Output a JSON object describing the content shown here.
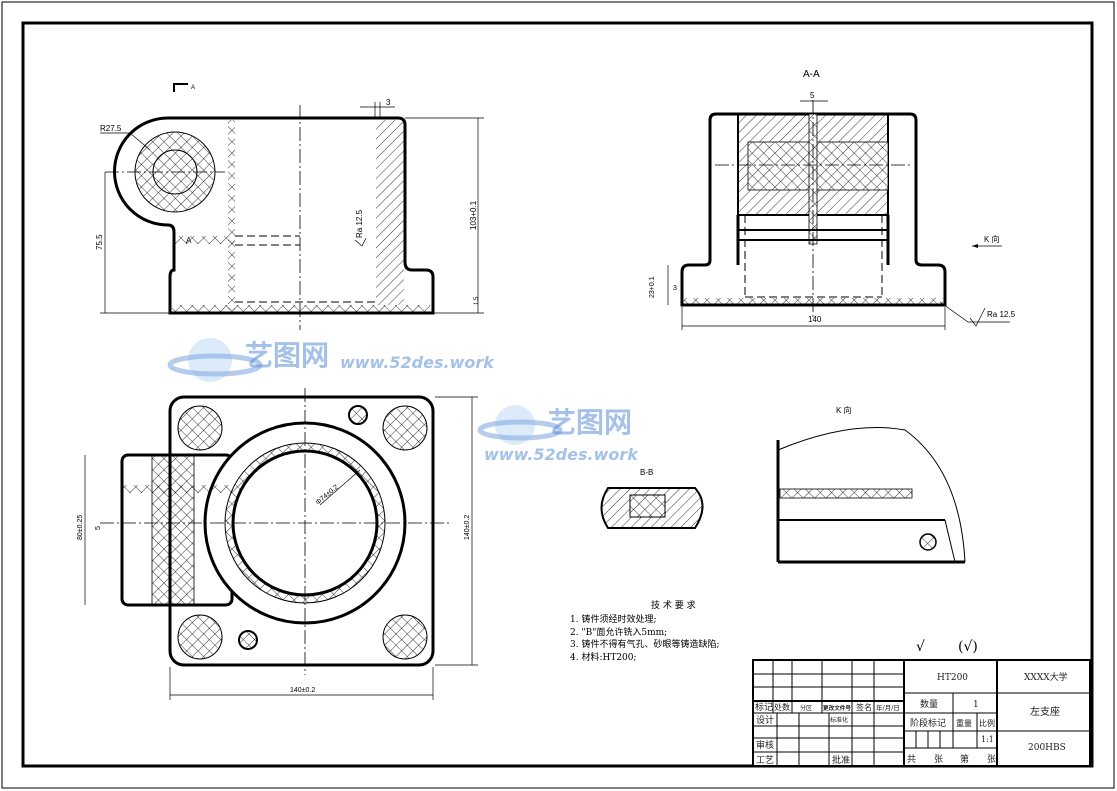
{
  "views": {
    "front": {
      "section_marker": "A",
      "dims": {
        "top_wall": "3",
        "radius": "R27.5",
        "height_left": "75.5",
        "height_right": "103+0.1",
        "bottom": "1.5",
        "roughness": "Ra 12.5",
        "hole_marker": "A"
      }
    },
    "section_aa": {
      "title": "A-A",
      "dims": {
        "slot": "5",
        "flange_height": "23+0.1",
        "bottom": "3",
        "width": "140",
        "roughness": "Ra 12.5"
      },
      "k_arrow": "K 向"
    },
    "top": {
      "dims": {
        "left_height": "80±0.25",
        "slot": "5",
        "right_height": "140±0.2",
        "bottom_width": "140±0.2",
        "bore": "Φ74±0.2"
      }
    },
    "section_bb": {
      "title": "B-B"
    },
    "k_view": {
      "title": "K 向"
    }
  },
  "roughness_symbols": {
    "general": "√",
    "others": "(√)"
  },
  "tech_requirements": {
    "title": "技 术 要 求",
    "items": [
      "1. 铸件须经时效处理;",
      "2. \"B\"面允许铣入5mm;",
      "3. 铸件不得有气孔、砂眼等铸造缺陷;",
      "4. 材料:HT200;"
    ]
  },
  "title_block": {
    "headers": [
      "标记",
      "处数",
      "分区",
      "更改文件号",
      "签名",
      "年/月/日"
    ],
    "design": "设计",
    "standardization": "标准化",
    "review": "审核",
    "process": "工艺",
    "approve": "批准",
    "material": "HT200",
    "quantity_label": "数量",
    "quantity": "1",
    "stage_label": "阶段标记",
    "weight_label": "重量",
    "scale_label": "比例",
    "scale": "1:1",
    "total_sheets": "共　　张",
    "sheet_no": "第　　张",
    "school": "XXXX大学",
    "part_name": "左支座",
    "hardness": "200HBS"
  },
  "watermark": {
    "logo": "艺图网",
    "url": "www.52des.work"
  }
}
